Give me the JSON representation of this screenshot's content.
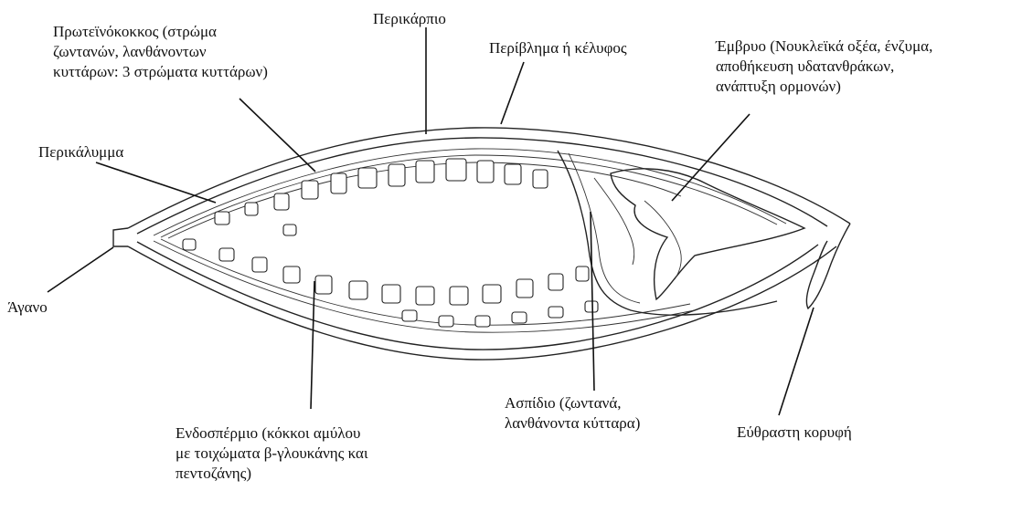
{
  "labels": {
    "pericarp": "Περικάρπιο",
    "hull": "Περίβλημα ή κέλυφος",
    "embryo": "Έμβρυο (Νουκλεϊκά οξέα, ένζυμα,\nαποθήκευση υδατανθράκων,\nανάπτυξη ορμονών)",
    "aleurone": "Πρωτεϊνόκοκκος (στρώμα\nζωντανών, λανθάνοντων\nκυττάρων: 3 στρώματα κυττάρων)",
    "testa": "Περικάλυμμα",
    "awn": "Άγανο",
    "scutellum": "Ασπίδιο (ζωντανά,\nλανθάνοντα κύτταρα)",
    "endosperm": "Ενδοσπέρμιο (κόκκοι αμύλου\nμε τοιχώματα β-γλουκάνης και\nπεντοζάνης)",
    "brittle_tip": "Εύθραστη κορυφή"
  }
}
